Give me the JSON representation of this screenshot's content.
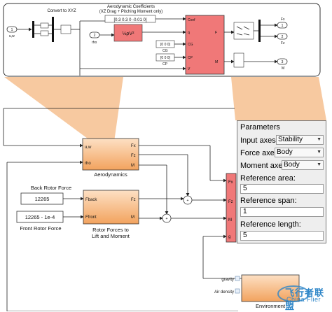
{
  "top_detail": {
    "in1": {
      "num": "1",
      "name": "u,w"
    },
    "in2": {
      "num": "2",
      "name": "rho"
    },
    "convert_label": "Convert to XYZ",
    "aero_coef_title": "Aerodynamic Coefficients",
    "aero_coef_sub": "(XZ Drag + Pitching Moment only)",
    "coef_vector": "[0.3 0.3 0 -0.01 0]",
    "cg_value": "[0 0 0]",
    "cg_label": "CG",
    "cp_value": "[0 0 0]",
    "cp_label": "CP",
    "gain_text": "½ρV²",
    "block_ports_left": [
      "Coef",
      "q",
      "CG",
      "CP",
      "V"
    ],
    "block_ports_right": [
      "F",
      "M"
    ],
    "out1": {
      "num": "1",
      "name": "Fx"
    },
    "out2": {
      "num": "2",
      "name": "Fz"
    },
    "out3": {
      "num": "3",
      "name": "M"
    }
  },
  "main": {
    "aero_block": {
      "label": "Aerodynamics",
      "in_ports": [
        "u,w",
        "rho"
      ],
      "out_ports": [
        "Fx",
        "Fz",
        "M"
      ]
    },
    "back_label": "Back Rotor Force",
    "back_value": "12265",
    "front_value": "12265 - 1e-4",
    "front_label": "Front Rotor Force",
    "rotor_block": {
      "label1": "Rotor Forces to",
      "label2": "Lift and Moment",
      "in_ports": [
        "Fback",
        "Ffront"
      ],
      "out_ports": [
        "Fz",
        "M"
      ]
    },
    "sum_sign": "+",
    "six_dof_ports": [
      "Fx",
      "Fz",
      "M",
      "g"
    ],
    "env_block": {
      "label": "Environment",
      "ports": [
        "gravity",
        "Air density"
      ]
    }
  },
  "parameters": {
    "title": "Parameters",
    "input_axes_label": "Input axes:",
    "input_axes_value": "Stability",
    "force_axes_label": "Force axes:",
    "force_axes_value": "Body",
    "moment_axes_label": "Moment axes:",
    "moment_axes_value": "Body",
    "ref_area_label": "Reference area:",
    "ref_area_value": "5",
    "ref_span_label": "Reference span:",
    "ref_span_value": "1",
    "ref_length_label": "Reference length:",
    "ref_length_value": "5"
  },
  "watermark": {
    "line1": "飞行者联盟",
    "line2": "China Flier"
  },
  "colors": {
    "block_orange": "#f6b27a",
    "block_red": "#f07878",
    "wire": "#222222",
    "zoom_tan": "#f7c9a0"
  }
}
